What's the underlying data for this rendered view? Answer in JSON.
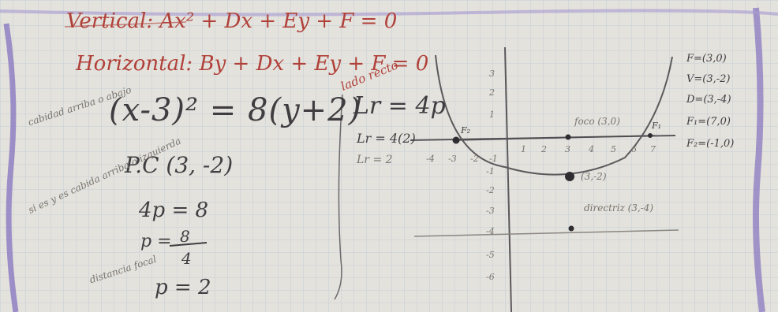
{
  "equations": {
    "vertical": "Vertical: Ax² + Dx + Ey + F = 0",
    "horizontal": "Horizontal: By + Dx + Ey + F = 0",
    "main": "(x-3)² = 8(y+2)",
    "lado_recto_label": "lado recto",
    "lr_def": "Lr = 4p",
    "lr_calc": "Lr = 4(2)",
    "lr_half": "Lr = 2",
    "center": "P.C (3, -2)",
    "four_p": "4p = 8",
    "p_frac_num": "8",
    "p_frac_den": "4",
    "p_value": "p = 2",
    "p_prefix": "p ="
  },
  "margin_notes": {
    "note_1": "cabidad arriba o abajo",
    "note_2": "si es y es cabida arriba o izquierda",
    "note_3": "distancia focal"
  },
  "plot_labels": {
    "foco": "foco (3,0)",
    "vertex_label": "(3,-2)",
    "directriz": "directriz (3,-4)",
    "f_left": "F₂",
    "f_right": "F₁"
  },
  "summary": {
    "f": "F=(3,0)",
    "v": "V=(3,-2)",
    "d": "D=(3,-4)",
    "f1": "F₁=(7,0)",
    "f2": "F₂=(-1,0)"
  },
  "axis_ticks": {
    "x": [
      "1",
      "2",
      "3",
      "4",
      "5",
      "6",
      "7"
    ],
    "x_neg": [
      "-1",
      "-2",
      "-3",
      "-4"
    ],
    "y": [
      "3",
      "2",
      "1",
      "-1",
      "-2",
      "-3",
      "-4",
      "-5",
      "-6"
    ]
  },
  "colors": {
    "paper": "#e4e2dc",
    "grid": "#b9c6d6",
    "red_ink": "#b0413a",
    "pencil": "#3f3d40",
    "purple_margin": "#8f7fc2"
  }
}
